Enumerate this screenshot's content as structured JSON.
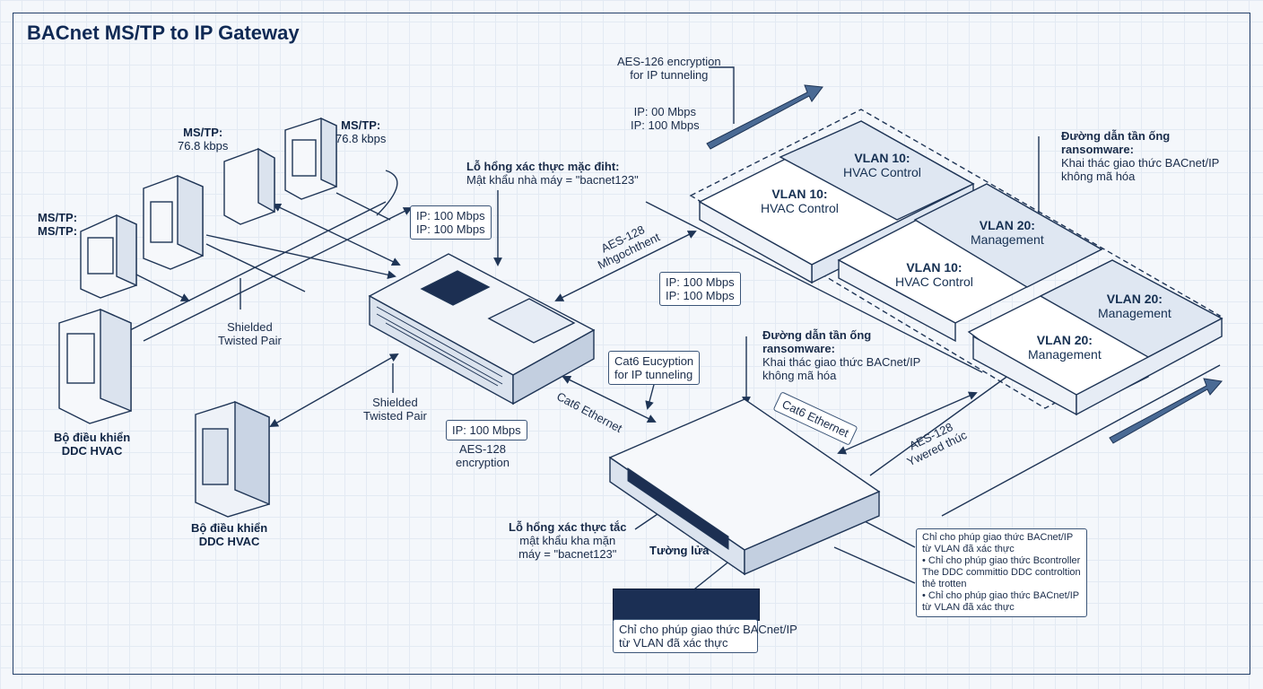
{
  "title": "BACnet MS/TP to IP Gateway",
  "labels": {
    "mstp1": [
      "MS/TP:",
      "76.8 kbps"
    ],
    "mstp2": [
      "MS/TP:",
      "76.8 kbps"
    ],
    "mstp3": [
      "MS/TP:",
      "MS/TP:"
    ],
    "shielded1": [
      "Shielded",
      "Twisted Pair"
    ],
    "shielded2": [
      "Shielded",
      "Twisted Pair"
    ],
    "ddc1": [
      "Bộ điều khiển",
      "DDC HVAC"
    ],
    "ddc2": [
      "Bộ điều khiển",
      "DDC HVAC"
    ],
    "vuln1": [
      "Lỗ hổng xác thực mặc điht:",
      "Mật khẩu nhà máy = \"bacnet123\""
    ],
    "vuln2": [
      "Lỗ hổng xác thực tắc",
      "mật khẩu kha mặn",
      "máy = \"bacnet123\""
    ],
    "ip_box1": [
      "IP: 100 Mbps",
      "IP: 100 Mbps"
    ],
    "ip_box2": [
      "IP: 100 Mbps",
      "IP: 100 Mbps"
    ],
    "ip_box3": [
      "IP: 100 Mbps"
    ],
    "ip_top": [
      "IP: 00 Mbps",
      "IP: 100 Mbps"
    ],
    "aes_top": [
      "AES-126 encryption",
      "for IP tunneling"
    ],
    "aes_enc": [
      "AES-128",
      "encryption"
    ],
    "aes_diag1": [
      "AES-128",
      "Mhgochthent"
    ],
    "aes_diag2": [
      "AES-128",
      "Ywered thúc"
    ],
    "cat6_box": [
      "Cat6 Eucyption",
      "for IP tunneling"
    ],
    "cat6_diag1": "Cat6 Ethernet",
    "cat6_diag2": "Cat6 Ethernet",
    "ransom1": [
      "Đường dẫn tần ống",
      "ransomware:",
      "Khai thác giao thức BACnet/IP",
      "không mã hóa"
    ],
    "ransom2": [
      "Đường dẫn tần ống",
      "ransomware:",
      "Khai thác giao thức BACnet/IP",
      "không mã hóa"
    ],
    "firewall": "Tường lửa",
    "rules_box": [
      "Chỉ cho phúp giao thức BACnet/IP",
      "từ VLAN đã xác thực",
      "• Chỉ cho phúp giao thức Bcontroller",
      "  The DDC committio DDC controltion",
      "  thẻ trotten",
      "• Chỉ cho phúp giao thức BACnet/IP",
      "  từ VLAN đã xác thực"
    ],
    "rules_small": [
      "Chỉ cho phúp giao thức BACnet/IP",
      "từ VLAN đã xác thực"
    ]
  },
  "vlans": [
    {
      "id": "VLAN 10:",
      "name": "HVAC Control"
    },
    {
      "id": "VLAN 10:",
      "name": "HVAC Control"
    },
    {
      "id": "VLAN 20:",
      "name": "Management"
    },
    {
      "id": "VLAN 10:",
      "name": "HVAC Control"
    },
    {
      "id": "VLAN 20:",
      "name": "Management"
    },
    {
      "id": "VLAN 20:",
      "name": "Management"
    }
  ],
  "colors": {
    "line": "#1f3556",
    "device_light": "#f6f8fb",
    "device_dark": "#1c2f52",
    "vlan_light": "#ffffff",
    "vlan_shade": "#dfe7f2",
    "arrow_fill": "#4a6a94"
  }
}
